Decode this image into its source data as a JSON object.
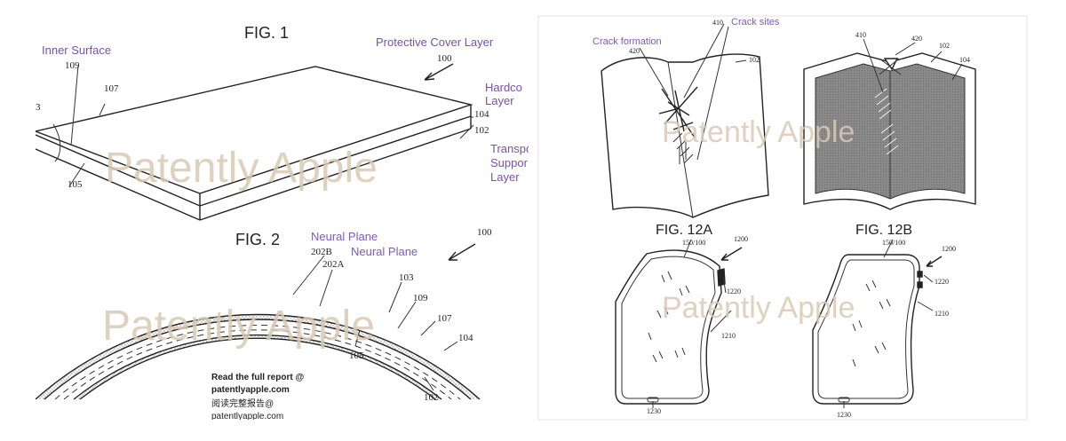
{
  "left": {
    "fig1": {
      "title": "FIG. 1",
      "protective_label": "Protective Cover Layer",
      "inner_surface_label": "Inner Surface",
      "hard_label": "Hardco",
      "layer_label_1": "Layer",
      "transp_label": "Transpo",
      "support_label": "Suppor",
      "layer_label_2": "Layer",
      "refs": {
        "r100": "100",
        "r109": "109",
        "r107": "107",
        "r104": "104",
        "r102": "102",
        "r105": "105",
        "r3": "3"
      }
    },
    "fig2": {
      "title": "FIG. 2",
      "neural_plane_1": "Neural Plane",
      "neural_plane_2": "Neural Plane",
      "refs": {
        "r100": "100",
        "r202b": "202B",
        "r202a": "202A",
        "r103": "103",
        "r109": "109",
        "r107": "107",
        "r104": "104",
        "r105": "105",
        "r102": "102"
      }
    },
    "report": {
      "line1": "Read the full report @",
      "line2": "patentlyapple.com",
      "line3": "阅读完整报告@",
      "line4": "patentlyapple.com"
    }
  },
  "right": {
    "top": {
      "crack_formation_label": "Crack formation",
      "crack_sites_label": "Crack sites",
      "refs": {
        "r410a": "410",
        "r420a": "420",
        "r102a": "102",
        "r410b": "410",
        "r420b": "420",
        "r102b": "102",
        "r104b": "104"
      }
    },
    "fig12a": {
      "title": "FIG. 12A",
      "refs": {
        "r150": "150/100",
        "r1200": "1200",
        "r1220": "1220",
        "r1210": "1210",
        "r1230": "1230"
      }
    },
    "fig12b": {
      "title": "FIG. 12B",
      "refs": {
        "r150": "150/100",
        "r1200": "1200",
        "r1220": "1220",
        "r1210": "1210",
        "r1230": "1230"
      }
    }
  },
  "watermark": {
    "left_top": "Patently Apple",
    "left_bottom": "Patently Apple",
    "right_top": "Patently Apple",
    "right_bottom": "Patently Apple"
  },
  "colors": {
    "line": "#222222",
    "watermark": "#d8c9b3",
    "fig1_label_purple": "#7a4fb0",
    "fig2_label_purple": "#7e58c0",
    "display_gray": "#8c8c8c"
  }
}
